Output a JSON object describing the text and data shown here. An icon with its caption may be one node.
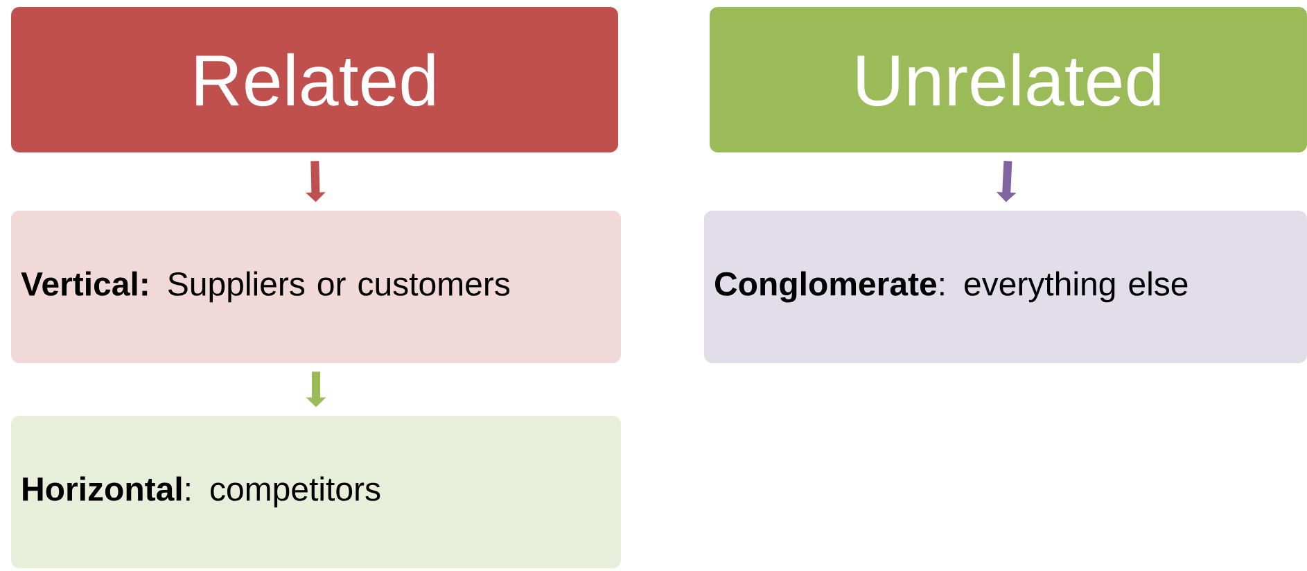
{
  "diagram": {
    "nodes": [
      {
        "text": [
          "Related"
        ]
      },
      {
        "text": [
          "**Vertical:** Suppliers or customers"
        ]
      },
      {
        "text": [
          "**Horizontal**: competitors"
        ]
      },
      {
        "text": [
          "Unrelated"
        ]
      },
      {
        "text": [
          "**Conglomerate**: everything else"
        ]
      }
    ],
    "edges": [
      {
        "from": 0,
        "to": 1,
        "arrow": "to",
        "color": "#c0504d"
      },
      {
        "from": 1,
        "to": 2,
        "arrow": "to",
        "color": "#9bbb59"
      },
      {
        "from": 3,
        "to": 4,
        "arrow": "to",
        "color": "#8064a2"
      }
    ]
  }
}
